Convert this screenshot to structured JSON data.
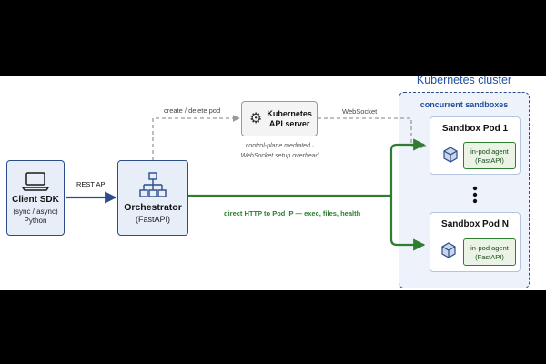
{
  "client": {
    "title": "Client SDK",
    "line1": "(sync / async)",
    "line2": "Python"
  },
  "rest_label": "REST API",
  "orchestrator": {
    "title": "Orchestrator",
    "subtitle": "(FastAPI)"
  },
  "k8s_api": {
    "line1": "Kubernetes",
    "line2": "API server"
  },
  "create_delete_label": "create / delete pod",
  "websocket_label": "WebSocket",
  "overhead_note": {
    "line1": "control-plane mediated ·",
    "line2": "WebSocket setup overhead"
  },
  "direct_http_label": "direct HTTP to Pod IP — exec, files, health",
  "cluster": {
    "title": "Kubernetes cluster",
    "subtitle": "concurrent sandboxes",
    "pods": [
      {
        "title": "Sandbox Pod 1",
        "agent_line1": "in-pod agent",
        "agent_line2": "(FastAPI)"
      },
      {
        "title": "Sandbox Pod N",
        "agent_line1": "in-pod agent",
        "agent_line2": "(FastAPI)"
      }
    ]
  },
  "colors": {
    "blue_border": "#2c4c8a",
    "blue_fill": "#e8eef8",
    "green": "#2f7d2f",
    "gray_dashed": "#9a9a9a",
    "cluster_fill": "#eef3fb",
    "title_blue": "#1f4f9e"
  }
}
